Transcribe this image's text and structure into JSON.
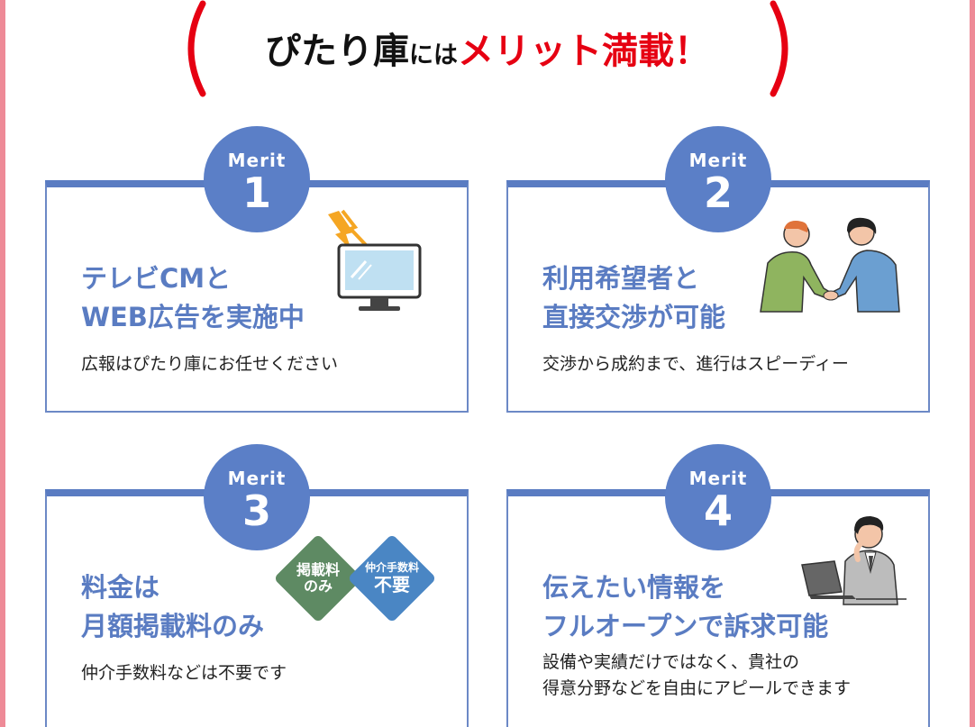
{
  "heading": {
    "part1": "ぴたり庫",
    "part2": "には",
    "part3": "メリット満載！"
  },
  "colors": {
    "accent_red": "#e60012",
    "primary_blue": "#5a7cc2",
    "pink_frame": "#ee8a97",
    "green_diamond": "#5e8a63",
    "blue_diamond": "#4a86c4"
  },
  "merits": [
    {
      "badge_label": "Merit",
      "number": "1",
      "title": "テレビCMと\nWEB広告を実施中",
      "desc": "広報はぴたり庫にお任せください",
      "icon": "tv-monitor-icon"
    },
    {
      "badge_label": "Merit",
      "number": "2",
      "title": "利用希望者と\n直接交渉が可能",
      "desc": "交渉から成約まで、進行はスピーディー",
      "icon": "handshake-icon"
    },
    {
      "badge_label": "Merit",
      "number": "3",
      "title": "料金は\n月額掲載料のみ",
      "desc": "仲介手数料などは不要です",
      "icon": "fee-diamond-icon",
      "diamonds": [
        {
          "line1": "掲載料",
          "line2": "のみ"
        },
        {
          "line1": "仲介手数料",
          "line2": "不要"
        }
      ]
    },
    {
      "badge_label": "Merit",
      "number": "4",
      "title": "伝えたい情報を\nフルオープンで訴求可能",
      "desc": "設備や実績だけではなく、貴社の\n得意分野などを自由にアピールできます",
      "icon": "businessman-laptop-icon"
    }
  ]
}
